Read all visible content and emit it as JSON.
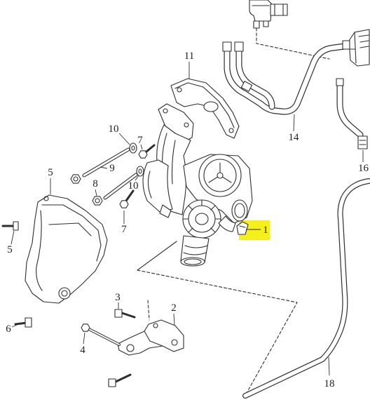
{
  "diagram": {
    "colors": {
      "line": "#2e2e2e",
      "highlight": "#f5f01c",
      "background": "#ffffff"
    },
    "callouts": [
      "11",
      "14",
      "16",
      "10",
      "7",
      "9",
      "5",
      "8",
      "10",
      "7",
      "1",
      "5",
      "6",
      "3",
      "2",
      "4",
      "18"
    ]
  }
}
